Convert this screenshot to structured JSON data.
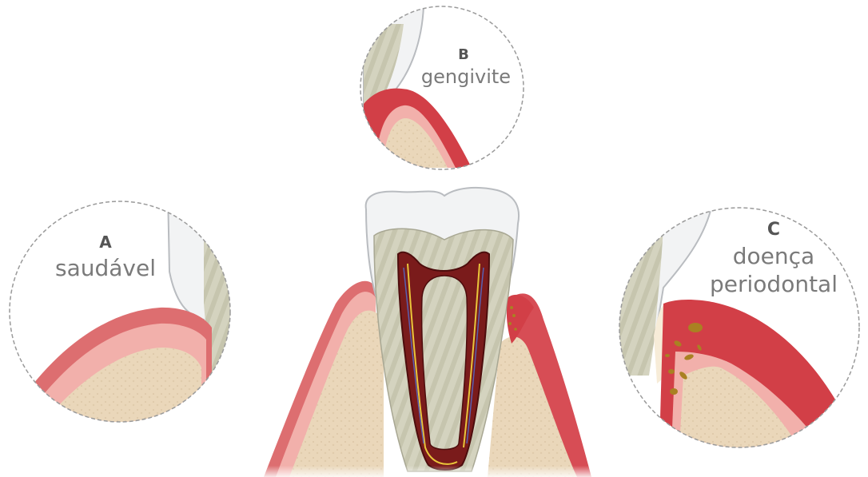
{
  "panels": {
    "a": {
      "letter": "A",
      "caption": "saudável"
    },
    "b": {
      "letter": "B",
      "caption": "gengivite"
    },
    "c": {
      "letter": "C",
      "caption_line1": "doença",
      "caption_line2": "periodontal"
    }
  },
  "colors": {
    "enamel": "#f2f3f4",
    "enamel_edge": "#b9bcc0",
    "dentin": "#d4d3bf",
    "dentin_stripe": "#c4c3ad",
    "bone": "#e9d6b9",
    "bone_light": "#f3e6d0",
    "gum_outer": "#dd6e70",
    "gum_inner": "#f2b0ab",
    "gum_inflamed": "#d23f47",
    "pulp": "#7a1b1b",
    "pulp_dark": "#4d0d0d",
    "nerve": "#e9c53a",
    "vessel": "#5a5fb0",
    "plaque": "#a98122",
    "circle_border": "#9a9a9a"
  }
}
